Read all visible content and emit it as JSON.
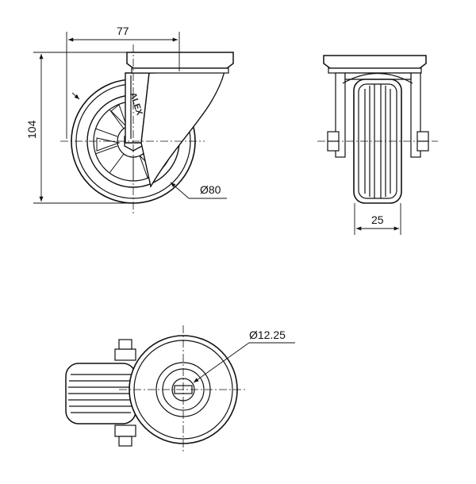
{
  "dimensions": {
    "width_label": "77",
    "height_label": "104",
    "wheel_diameter_label": "Ø80",
    "wheel_width_label": "25",
    "axle_diameter_label": "Ø12.25"
  },
  "logo": {
    "text": "ALEX"
  }
}
